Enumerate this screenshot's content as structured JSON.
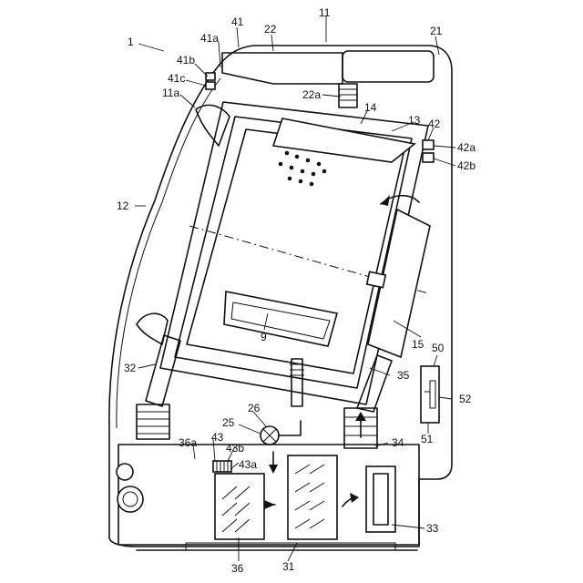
{
  "labels": {
    "n1": "1",
    "n11": "11",
    "n11a": "11a",
    "n12": "12",
    "n13": "13",
    "n14": "14",
    "n15": "15",
    "n21": "21",
    "n22": "22",
    "n22a": "22a",
    "n25": "25",
    "n26": "26",
    "n31": "31",
    "n32": "32",
    "n33": "33",
    "n34": "34",
    "n35": "35",
    "n36": "36",
    "n36a": "36a",
    "n41": "41",
    "n41a": "41a",
    "n41b": "41b",
    "n41c": "41c",
    "n42": "42",
    "n42a": "42a",
    "n42b": "42b",
    "n43": "43",
    "n43a": "43a",
    "n43b": "43b",
    "n50": "50",
    "n51": "51",
    "n52": "52",
    "n9": "9"
  }
}
